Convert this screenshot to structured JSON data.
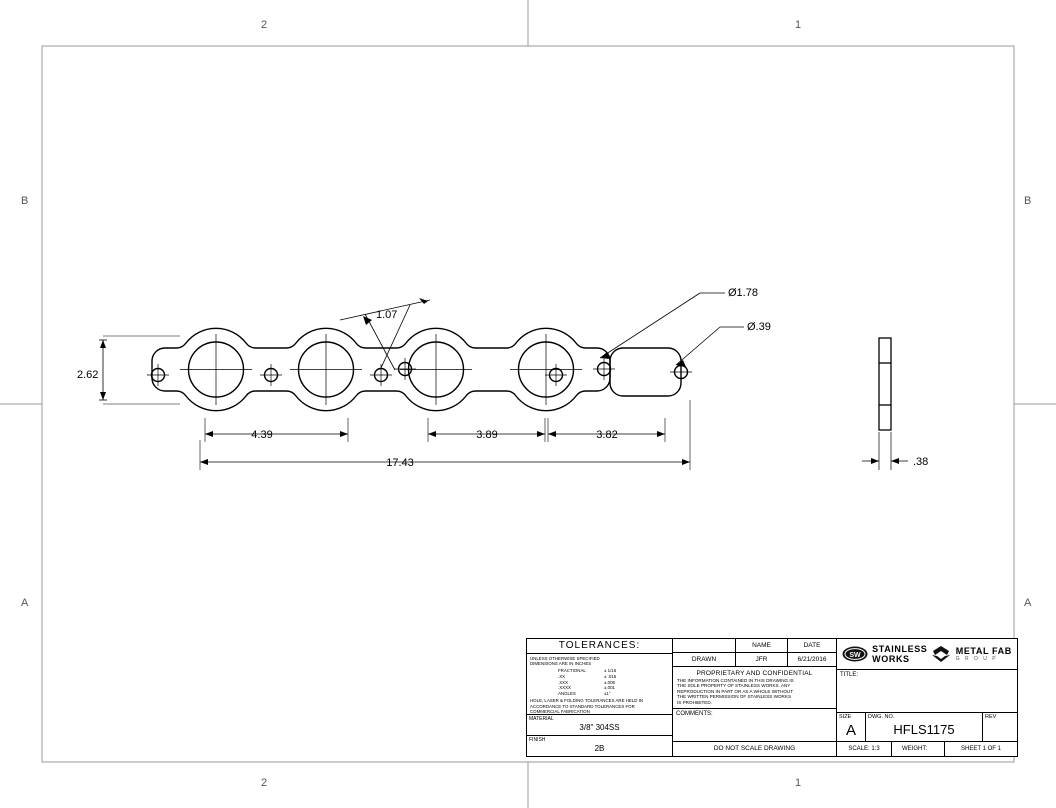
{
  "sheet": {
    "zone_columns": [
      "2",
      "1"
    ],
    "zone_rows": [
      "B",
      "A"
    ]
  },
  "drawing": {
    "dimensions": {
      "height": "2.62",
      "hole_pitch_small": "1.07",
      "span_1": "4.39",
      "span_2": "3.89",
      "span_3": "3.82",
      "overall_length": "17.43",
      "port_diameter": "Ø1.78",
      "bolt_hole_diameter": "Ø.39",
      "thickness": ".38"
    }
  },
  "title_block": {
    "tolerances": {
      "header": "TOLERANCES:",
      "note_line_1": "UNLESS OTHERWISE SPECIFIED",
      "note_line_2": "DIMENSIONS ARE IN INCHES",
      "rows": [
        {
          "name": "FRACTIONAL",
          "value": "± 1/16"
        },
        {
          "name": ".XX",
          "value": "± .015"
        },
        {
          "name": ".XXX",
          "value": "±.005"
        },
        {
          "name": ".XXXX",
          "value": "±.001"
        },
        {
          "name": "ANGLES",
          "value": "±1°"
        }
      ],
      "footer_line_1": "HOLE, LASER & FOLDING TOLERANCES ARE HELD IN",
      "footer_line_2": "ACCORDANCE TO STANDARD TOLERANCES FOR",
      "footer_line_3": "COMMERCIAL FABRICATION"
    },
    "material": {
      "label": "MATERIAL",
      "value": "3/8\" 304SS"
    },
    "finish": {
      "label": "FINISH",
      "value": "2B"
    },
    "drawn": {
      "col_blank": "",
      "col_name": "NAME",
      "col_date": "DATE",
      "row_label": "DRAWN",
      "row_name": "JFR",
      "row_date": "6/21/2016"
    },
    "proprietary": {
      "title": "PROPRIETARY AND CONFIDENTIAL",
      "line_1": "THE INFORMATION CONTAINED IN THIS DRAWING IS",
      "line_2": "THE SOLE PROPERTY OF STAINLESS WORKS.  ANY",
      "line_3": "REPRODUCTION IN PART OR AS A WHOLE WITHOUT",
      "line_4": "THE WRITTEN PERMISSION OF STAINLESS WORKS",
      "line_5": "IS PROHIBITED."
    },
    "comments_label": "COMMENTS:",
    "do_not_scale": "DO NOT SCALE DRAWING",
    "logos": [
      {
        "name": "stainless-works",
        "badge": "SW",
        "line_1": "STAINLESS",
        "line_2": "WORKS"
      },
      {
        "name": "metal-fab-group",
        "line_1": "METAL FAB",
        "line_2": "G R O U P"
      }
    ],
    "title_label": "TITLE:",
    "title_value": "",
    "size": {
      "label": "SIZE",
      "value": "A"
    },
    "dwg_no": {
      "label": "DWG.  NO.",
      "value": "HFLS1175"
    },
    "rev": {
      "label": "REV",
      "value": ""
    },
    "scale": "SCALE: 1:3",
    "weight": "WEIGHT:",
    "sheet_of": "SHEET 1 OF 1"
  },
  "colors": {
    "line": "#000000",
    "border": "#9a9a9a",
    "background": "#ffffff"
  }
}
